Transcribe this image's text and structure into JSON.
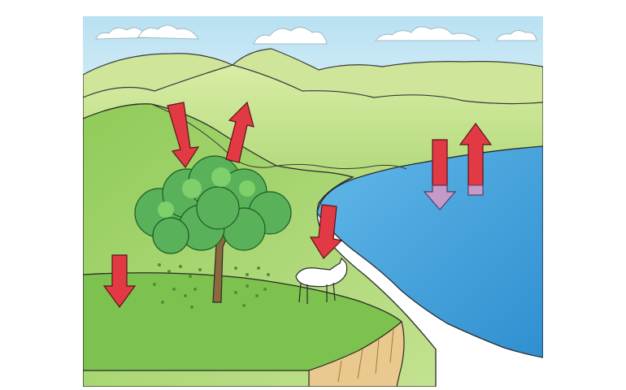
{
  "diagram": {
    "labels": [],
    "arrows": [
      {
        "id": "down-tree",
        "direction": "down",
        "color": "#e23a44"
      },
      {
        "id": "up-tree",
        "direction": "up",
        "color": "#e23a44"
      },
      {
        "id": "down-ground",
        "direction": "down",
        "color": "#e23a44"
      },
      {
        "id": "down-goat",
        "direction": "down",
        "color": "#e23a44"
      },
      {
        "id": "down-water",
        "direction": "down",
        "color": "#e23a44",
        "tip_color": "#c49ac8"
      },
      {
        "id": "up-water",
        "direction": "up",
        "color": "#e23a44"
      }
    ],
    "colors": {
      "sky": "#dff2f8",
      "water": "#4aa8df",
      "grass_light": "#c6e187",
      "grass_dark": "#7dc24e",
      "tree": "#59b25a",
      "cliff": "#e9c98d",
      "arrow": "#e23a44",
      "outline": "#2a2a2a"
    }
  }
}
